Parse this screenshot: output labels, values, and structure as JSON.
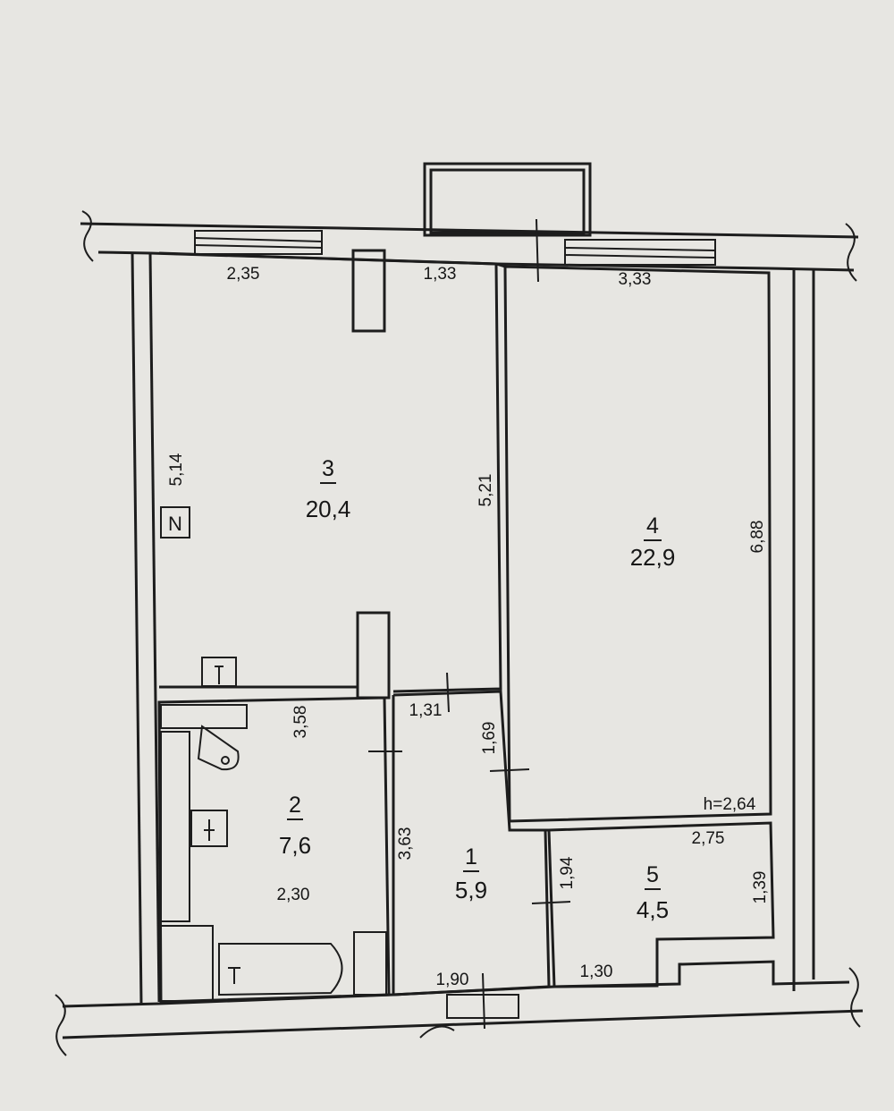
{
  "rooms": [
    {
      "number": "3",
      "area": "20,4"
    },
    {
      "number": "4",
      "area": "22,9"
    },
    {
      "number": "2",
      "area": "7,6"
    },
    {
      "number": "1",
      "area": "5,9"
    },
    {
      "number": "5",
      "area": "4,5"
    }
  ],
  "dimensions": {
    "room3_window": "2,35",
    "room3_top": "1,33",
    "room3_left": "5,14",
    "room3_right": "5,21",
    "room4_top": "3,33",
    "room4_right": "6,88",
    "ceiling_height": "h=2,64",
    "room2_height": "3,58",
    "room2_width": "2,30",
    "room1_top": "1,31",
    "room1_right": "1,69",
    "room1_left": "3,63",
    "room1_bottom": "1,90",
    "room5_top": "2,75",
    "room5_left": "1,94",
    "room5_right": "1,39",
    "room5_bottom": "1,30"
  },
  "marks": {
    "north": "N"
  }
}
